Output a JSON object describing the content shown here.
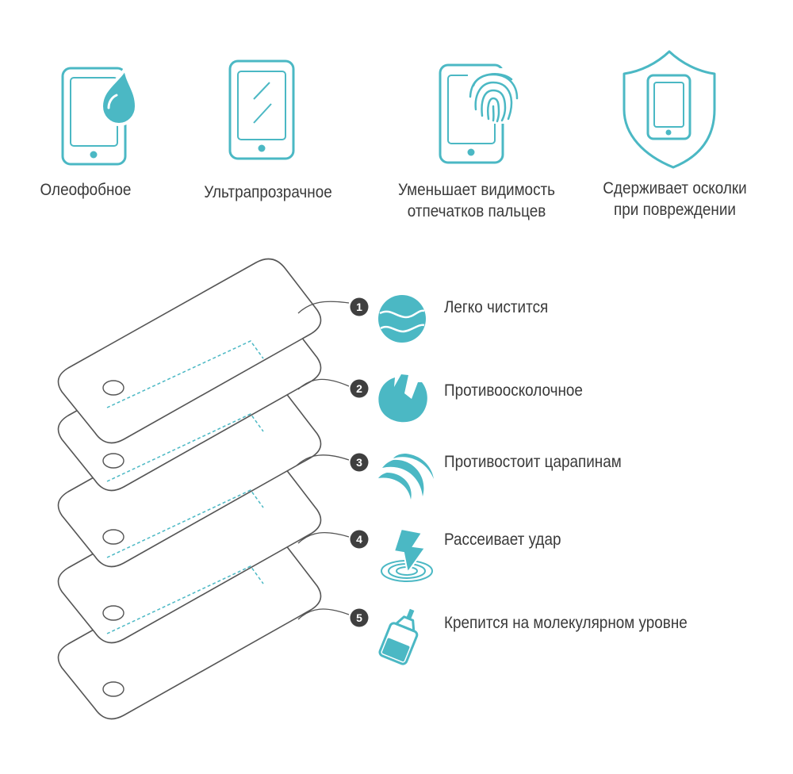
{
  "colors": {
    "accent": "#4bb8c4",
    "stroke": "#555555",
    "text": "#3a3a3a",
    "badge": "#3f3f3f"
  },
  "features": [
    {
      "icon": "phone-drop-icon",
      "lines": [
        "Олеофобное"
      ]
    },
    {
      "icon": "phone-transparent-icon",
      "lines": [
        "Ультрапрозрачное"
      ]
    },
    {
      "icon": "phone-fingerprint-icon",
      "lines": [
        "Уменьшает видимость",
        "отпечатков пальцев"
      ]
    },
    {
      "icon": "shield-phone-icon",
      "lines": [
        "Сдерживает осколки",
        "при повреждении"
      ]
    }
  ],
  "layers": [
    {
      "number": "1",
      "icon": "ball-icon",
      "label": "Легко чистится"
    },
    {
      "number": "2",
      "icon": "shattered-circle-icon",
      "label": "Противоосколочное"
    },
    {
      "number": "3",
      "icon": "scratch-waves-icon",
      "label": "Противостоит царапинам"
    },
    {
      "number": "4",
      "icon": "lightning-impact-icon",
      "label": "Рассеивает удар"
    },
    {
      "number": "5",
      "icon": "glue-bottle-icon",
      "label": "Крепится на молекулярном уровне"
    }
  ]
}
